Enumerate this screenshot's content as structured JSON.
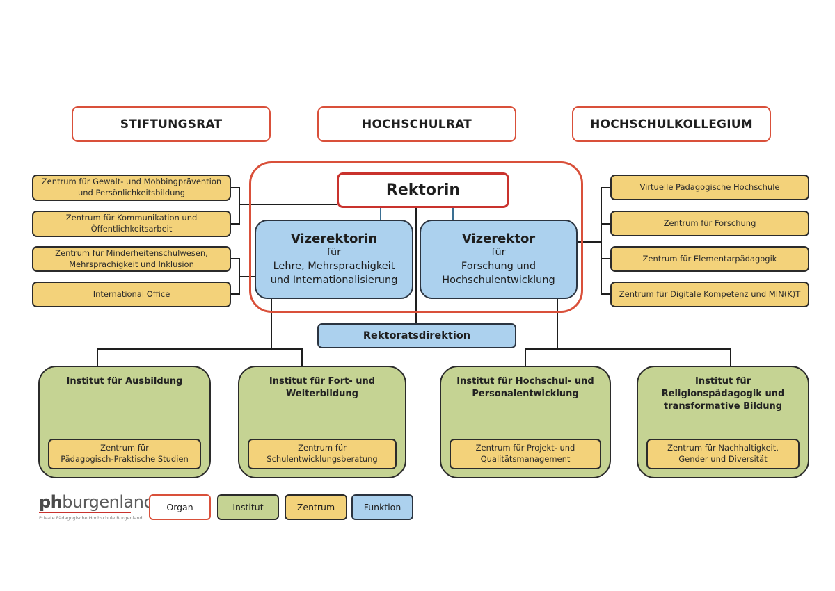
{
  "organs_top": [
    {
      "label": "STIFTUNGSRAT"
    },
    {
      "label": "HOCHSCHULRAT"
    },
    {
      "label": "HOCHSCHULKOLLEGIUM"
    }
  ],
  "rektorin": {
    "label": "Rektorin"
  },
  "vizerektorin": {
    "title": "Vizerektorin",
    "line1": "für",
    "line2": "Lehre, Mehrsprachigkeit",
    "line3": "und Internationalisierung"
  },
  "vizerektor": {
    "title": "Vizerektor",
    "line1": "für",
    "line2": "Forschung und",
    "line3": "Hochschulentwicklung"
  },
  "rektoratsdirektion": {
    "label": "Rektoratsdirektion"
  },
  "left_zentren": [
    {
      "line1": "Zentrum für Gewalt- und Mobbingprävention",
      "line2": "und Persönlichkeitsbildung"
    },
    {
      "line1": "Zentrum für Kommunikation und",
      "line2": "Öffentlichkeitsarbeit"
    },
    {
      "line1": "Zentrum für Minderheitenschulwesen,",
      "line2": "Mehrsprachigkeit und Inklusion"
    },
    {
      "line1": "International Office",
      "line2": ""
    }
  ],
  "right_zentren": [
    {
      "label": "Virtuelle Pädagogische Hochschule"
    },
    {
      "label": "Zentrum für Forschung"
    },
    {
      "label": "Zentrum für Elementarpädagogik"
    },
    {
      "label": "Zentrum für Digitale Kompetenz und MIN(K)T"
    }
  ],
  "institute": [
    {
      "title_lines": [
        "Institut für Ausbildung"
      ],
      "zentrum_line1": "Zentrum für",
      "zentrum_line2": "Pädagogisch-Praktische Studien"
    },
    {
      "title_lines": [
        "Institut für Fort- und",
        "Weiterbildung"
      ],
      "zentrum_line1": "Zentrum für",
      "zentrum_line2": "Schulentwicklungsberatung"
    },
    {
      "title_lines": [
        "Institut für Hochschul- und",
        "Personalentwicklung"
      ],
      "zentrum_line1": "Zentrum für Projekt- und",
      "zentrum_line2": "Qualitätsmanagement"
    },
    {
      "title_lines": [
        "Institut für",
        "Religionspädagogik und",
        "transformative Bildung"
      ],
      "zentrum_line1": "Zentrum für Nachhaltigkeit,",
      "zentrum_line2": "Gender und Diversität"
    }
  ],
  "logo": {
    "ph": "ph",
    "name": "burgenland",
    "subtitle": "Private Pädagogische Hochschule Burgenland"
  },
  "legend": [
    {
      "label": "Organ"
    },
    {
      "label": "Institut"
    },
    {
      "label": "Zentrum"
    },
    {
      "label": "Funktion"
    }
  ],
  "colors": {
    "organ_border": "#d9503a",
    "institut": "#c5d393",
    "zentrum": "#f3d27a",
    "funktion": "#acd1ee"
  }
}
